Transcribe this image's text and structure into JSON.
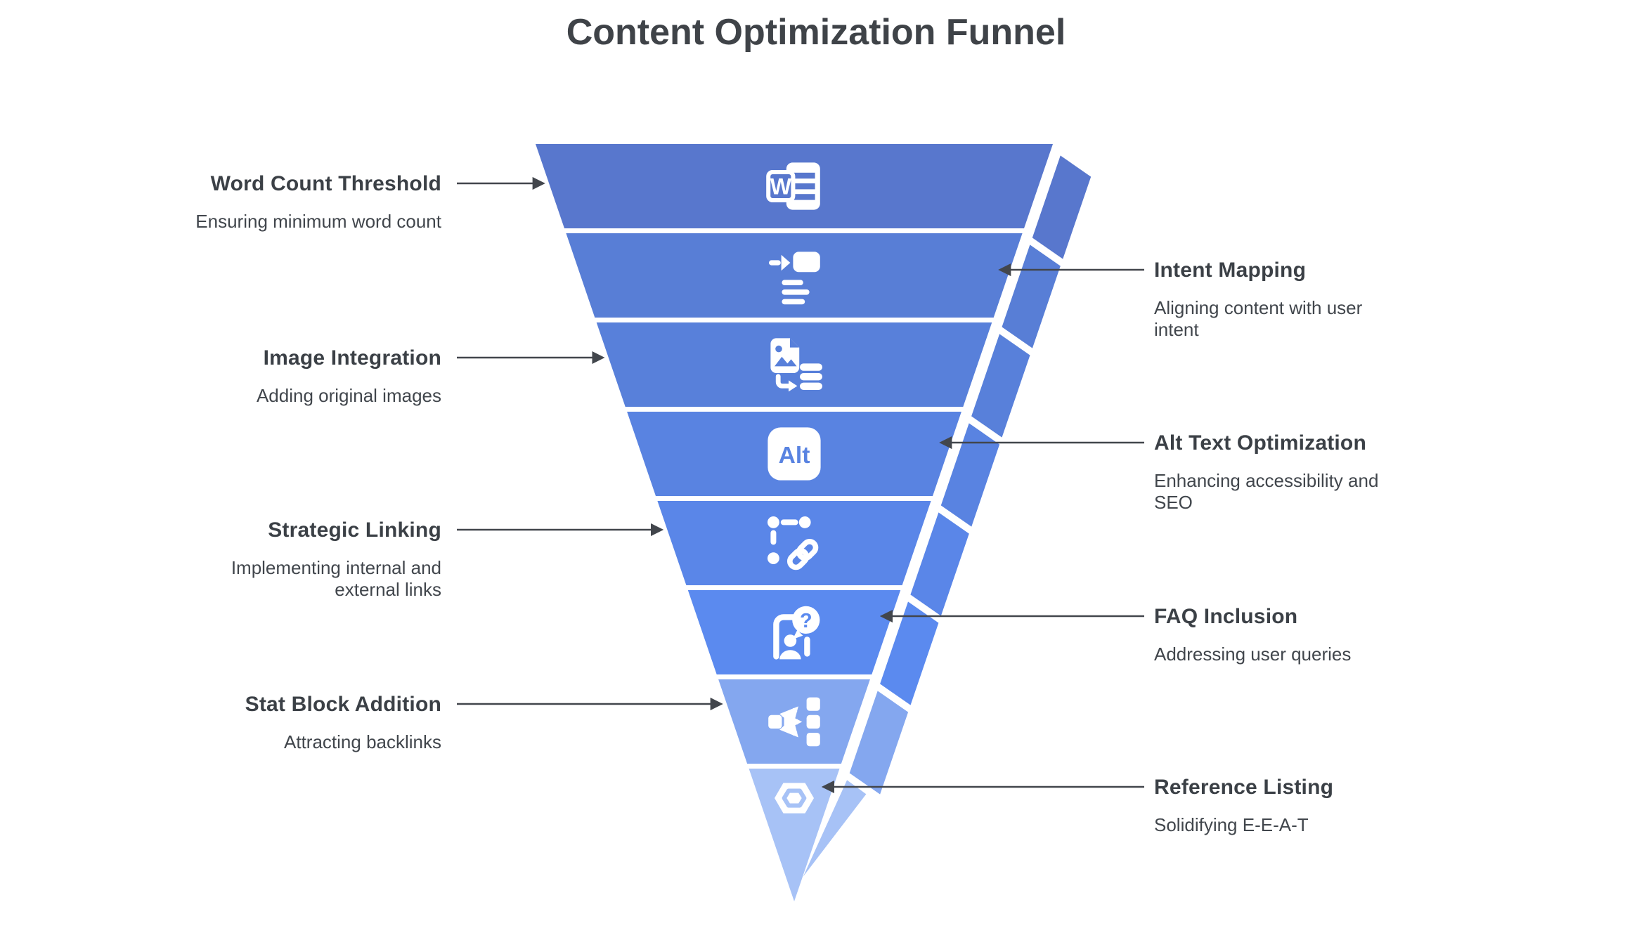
{
  "title": "Content Optimization Funnel",
  "colors": {
    "background": "#ffffff",
    "heading_text": "#3f4348",
    "label_text": "#3b4046",
    "description_text": "#41464c",
    "connector_arrow": "#42464c",
    "icon_glyph": "#ffffff"
  },
  "funnel": {
    "stages": [
      {
        "label": "Word Count Threshold",
        "description": "Ensuring minimum word count",
        "side": "left",
        "icon": "word-document-icon",
        "icon_text": "W",
        "color": "#5877cd"
      },
      {
        "label": "Intent Mapping",
        "description": "Aligning content with user\nintent",
        "side": "right",
        "icon": "intent-mapping-icon",
        "color": "#587ed6"
      },
      {
        "label": "Image Integration",
        "description": "Adding original images",
        "side": "left",
        "icon": "image-to-database-icon",
        "color": "#5880da"
      },
      {
        "label": "Alt Text Optimization",
        "description": "Enhancing accessibility and\nSEO",
        "side": "right",
        "icon": "alt-text-icon",
        "icon_text": "Alt",
        "color": "#5983e1"
      },
      {
        "label": "Strategic Linking",
        "description": "Implementing internal and\nexternal links",
        "side": "left",
        "icon": "strategic-linking-icon",
        "color": "#5a86e8"
      },
      {
        "label": "FAQ Inclusion",
        "description": "Addressing user queries",
        "side": "right",
        "icon": "faq-person-icon",
        "icon_text": "?",
        "color": "#5b8aef"
      },
      {
        "label": "Stat Block Addition",
        "description": "Attracting backlinks",
        "side": "left",
        "icon": "stat-fanout-icon",
        "color": "#84a7ef"
      },
      {
        "label": "Reference Listing",
        "description": "Solidifying E-E-A-T",
        "side": "right",
        "icon": "hexagon-reference-icon",
        "color": "#a7c2f6"
      }
    ]
  }
}
